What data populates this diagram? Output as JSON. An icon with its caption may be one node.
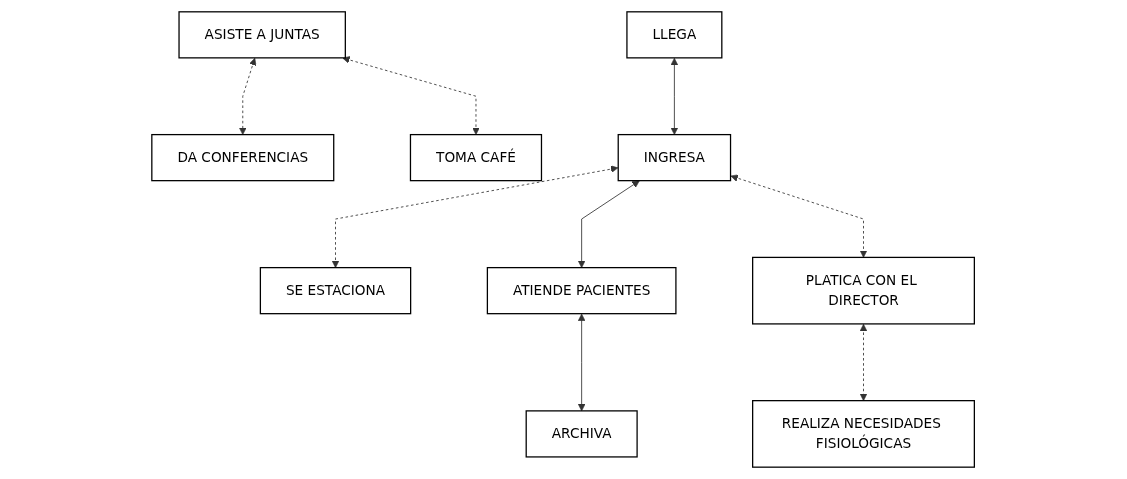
{
  "diagram": {
    "nodes": [
      {
        "text": [
          "SE ESTACIONA"
        ]
      },
      {
        "text": [
          "LLEGA"
        ]
      },
      {
        "text": [
          "INGRESA"
        ]
      },
      {
        "text": [
          "ATIENDE PACIENTES"
        ]
      },
      {
        "text": [
          "ARCHIVA"
        ]
      },
      {
        "text": [
          "ASISTE A JUNTAS"
        ]
      },
      {
        "text": [
          "DA CONFERENCIAS"
        ]
      },
      {
        "text": [
          "TOMA CAFÉ"
        ]
      },
      {
        "text": [
          "PLATICA CON EL DIRECTOR"
        ]
      },
      {
        "text": [
          "REALIZA NECESIDADES FISIOLÓGICAS"
        ]
      }
    ],
    "edges": [
      {
        "from": 2,
        "to": 0,
        "arrow": "both",
        "style": "dashed"
      },
      {
        "from": 1,
        "to": 2,
        "arrow": "both"
      },
      {
        "from": 2,
        "to": 3,
        "arrow": "both"
      },
      {
        "from": 3,
        "to": 4,
        "arrow": "both"
      },
      {
        "from": 2,
        "to": 8,
        "arrow": "both",
        "style": "dashed"
      },
      {
        "from": 5,
        "to": 6,
        "arrow": "both",
        "style": "dashed"
      },
      {
        "from": 5,
        "to": 7,
        "arrow": "both",
        "style": "dashed"
      },
      {
        "from": 8,
        "to": 9,
        "arrow": "both",
        "style": "dashed"
      }
    ]
  }
}
